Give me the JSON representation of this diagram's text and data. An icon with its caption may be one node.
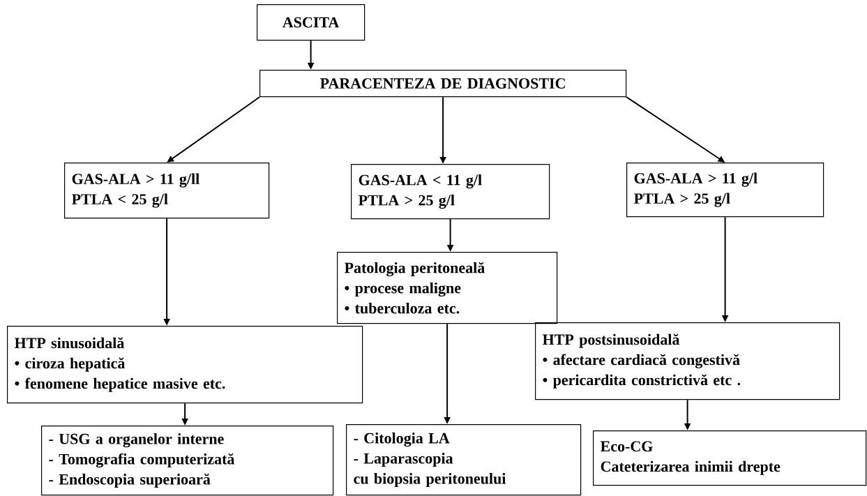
{
  "diagram": {
    "nodes": [
      {
        "text": [
          "ASCITA"
        ]
      },
      {
        "text": [
          "PARACENTEZA DE DIAGNOSTIC"
        ]
      },
      {
        "text": [
          "GAS-ALA > 11 g/ll",
          "PTLA < 25 g/l"
        ]
      },
      {
        "text": [
          "GAS-ALA <  11 g/l",
          "PTLA > 25 g/l"
        ]
      },
      {
        "text": [
          "GAS-ALA > 11 g/l",
          "PTLA > 25 g/l"
        ]
      },
      {
        "text": [
          "Patologia peritoneală",
          "• procese maligne",
          "• tuberculoza etc."
        ]
      },
      {
        "text": [
          "HTP sinusoidală",
          "• ciroza hepatică",
          "• fenomene hepatice masive etc."
        ]
      },
      {
        "text": [
          "HTP postsinusoidală",
          "• afectare cardiacă congestivă",
          "• pericardita constrictivă etc ."
        ]
      },
      {
        "text": [
          "- USG a organelor interne",
          "- Tomografia computerizată",
          "- Endoscopia superioară"
        ]
      },
      {
        "text": [
          "- Citologia LA",
          "- Laparascopia",
          "cu biopsia peritoneului"
        ]
      },
      {
        "text": [
          "Eco-CG",
          "Cateterizarea inimii drepte"
        ]
      }
    ],
    "edges": [
      {
        "from": 0,
        "to": 1,
        "arrow": "to"
      },
      {
        "from": 1,
        "to": 2,
        "arrow": "to"
      },
      {
        "from": 1,
        "to": 3,
        "arrow": "to"
      },
      {
        "from": 1,
        "to": 4,
        "arrow": "to"
      },
      {
        "from": 2,
        "to": 6,
        "arrow": "to"
      },
      {
        "from": 3,
        "to": 5,
        "arrow": "to"
      },
      {
        "from": 4,
        "to": 7,
        "arrow": "to"
      },
      {
        "from": 6,
        "to": 8,
        "arrow": "to"
      },
      {
        "from": 5,
        "to": 9,
        "arrow": "to"
      },
      {
        "from": 7,
        "to": 10,
        "arrow": "to"
      }
    ]
  }
}
